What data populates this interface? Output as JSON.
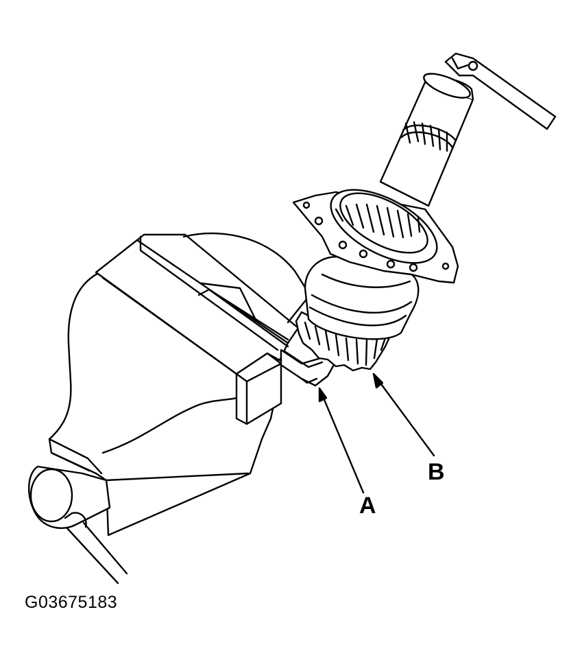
{
  "callouts": {
    "a": "A",
    "b": "B"
  },
  "figure_id": "G03675183"
}
